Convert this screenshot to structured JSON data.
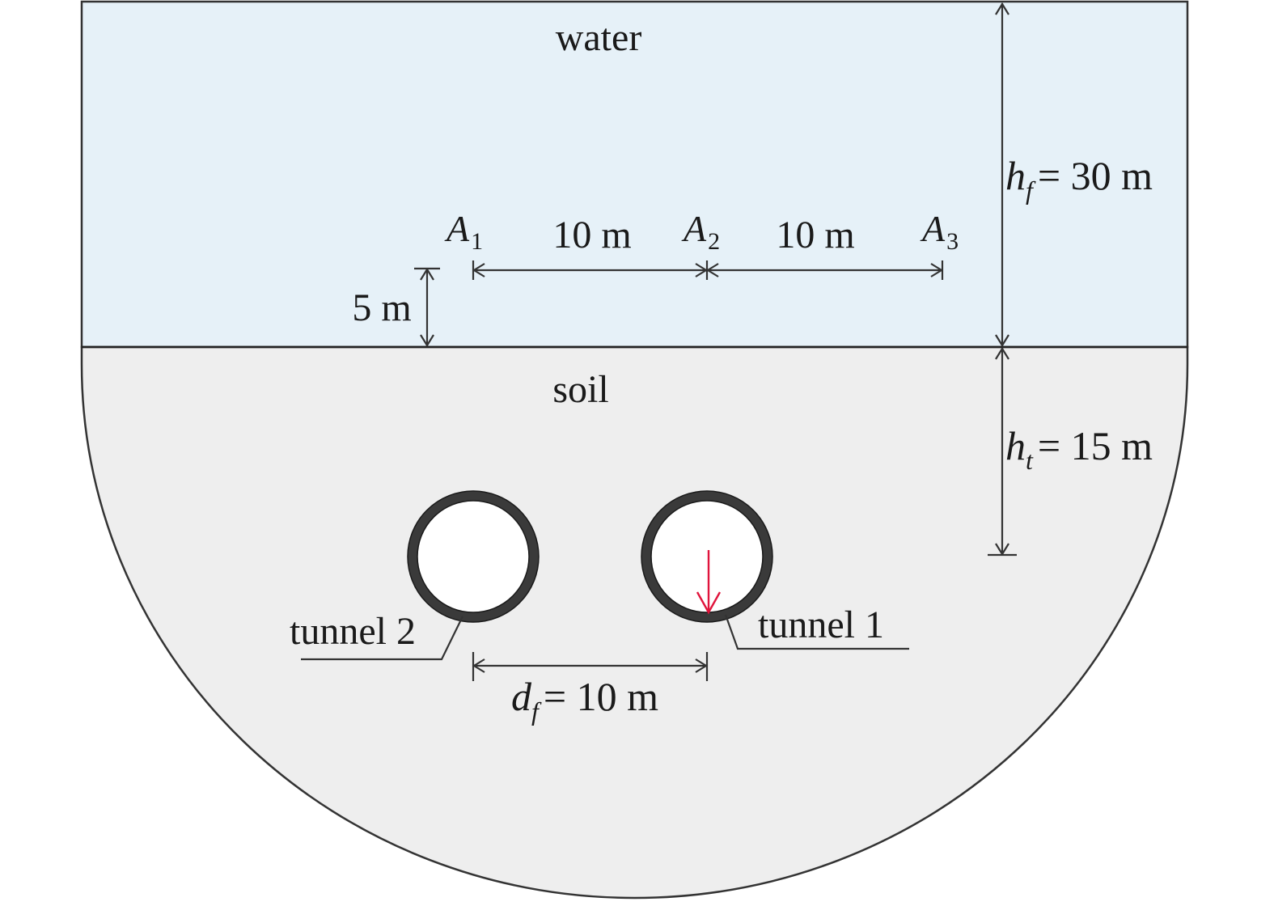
{
  "labels": {
    "water": "water",
    "soil": "soil",
    "tunnel_2": "tunnel 2",
    "tunnel_1": "tunnel 1"
  },
  "points": {
    "a1": {
      "letter": "A",
      "sub": "1"
    },
    "a2": {
      "letter": "A",
      "sub": "2"
    },
    "a3": {
      "letter": "A",
      "sub": "3"
    }
  },
  "dimensions": {
    "spacing_1": "10 m",
    "spacing_2": "10 m",
    "height_above_seabed": "5 m",
    "water_depth": {
      "symbol": "h",
      "sub": "f",
      "value": "= 30 m"
    },
    "tunnel_depth": {
      "symbol": "h",
      "sub": "t",
      "value": "= 15 m"
    },
    "tunnel_spacing": {
      "symbol": "d",
      "sub": "f",
      "value": "= 10 m"
    }
  },
  "colors": {
    "water": "#e6f1f8",
    "soil": "#eeeeee",
    "tunnel_lining": "#3a3a3a",
    "load_arrow": "#e0143c"
  }
}
